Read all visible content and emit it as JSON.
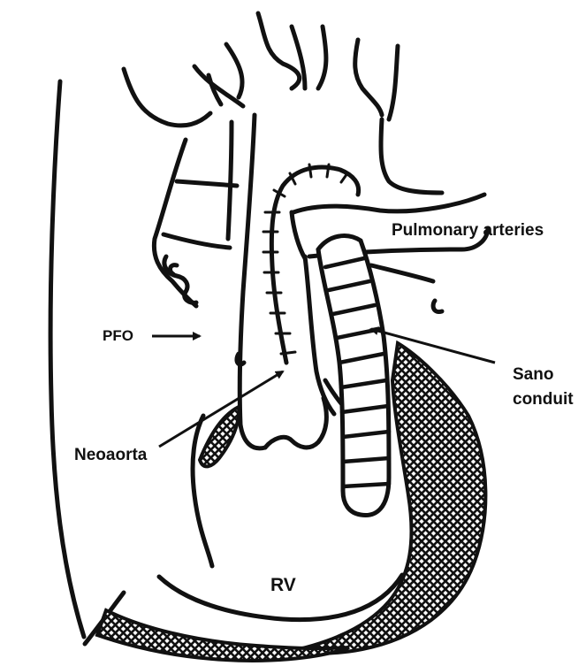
{
  "labels": {
    "pulmonary_arteries": "Pulmonary arteries",
    "pfo": "PFO",
    "sano_line1": "Sano",
    "sano_line2": "conduit",
    "neoaorta": "Neoaorta",
    "rv": "RV"
  },
  "colors": {
    "ink": "#111111",
    "background": "#ffffff"
  }
}
